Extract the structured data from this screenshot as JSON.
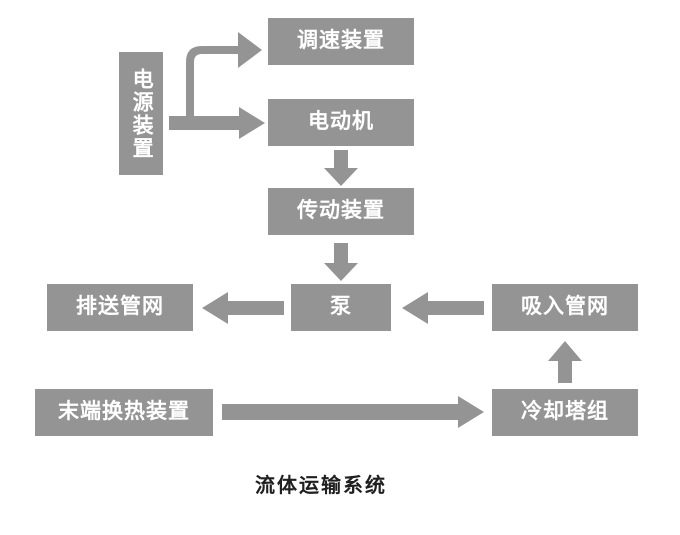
{
  "diagram": {
    "caption": "流体运输系统",
    "node_color": "#949494",
    "arrow_color": "#949494",
    "text_color": "#ffffff",
    "nodes": [
      {
        "id": "power",
        "label": "电源装置",
        "orientation": "vertical"
      },
      {
        "id": "speed",
        "label": "调速装置",
        "orientation": "horizontal"
      },
      {
        "id": "motor",
        "label": "电动机",
        "orientation": "horizontal"
      },
      {
        "id": "transmission",
        "label": "传动装置",
        "orientation": "horizontal"
      },
      {
        "id": "pump",
        "label": "泵",
        "orientation": "horizontal"
      },
      {
        "id": "discharge",
        "label": "排送管网",
        "orientation": "horizontal"
      },
      {
        "id": "suction",
        "label": "吸入管网",
        "orientation": "horizontal"
      },
      {
        "id": "terminal",
        "label": "末端换热装置",
        "orientation": "horizontal"
      },
      {
        "id": "cooling",
        "label": "冷却塔组",
        "orientation": "horizontal"
      }
    ],
    "arrows": [
      {
        "id": "power-to-speed",
        "from": "power",
        "to": "speed",
        "direction": "up-right"
      },
      {
        "id": "power-to-motor",
        "from": "power",
        "to": "motor",
        "direction": "right"
      },
      {
        "id": "motor-to-transmission",
        "from": "motor",
        "to": "transmission",
        "direction": "down"
      },
      {
        "id": "transmission-to-pump",
        "from": "transmission",
        "to": "pump",
        "direction": "down"
      },
      {
        "id": "pump-to-discharge",
        "from": "pump",
        "to": "discharge",
        "direction": "left"
      },
      {
        "id": "suction-to-pump",
        "from": "suction",
        "to": "pump",
        "direction": "left"
      },
      {
        "id": "cooling-to-suction",
        "from": "cooling",
        "to": "suction",
        "direction": "up"
      },
      {
        "id": "terminal-to-cooling",
        "from": "terminal",
        "to": "cooling",
        "direction": "right"
      }
    ]
  }
}
